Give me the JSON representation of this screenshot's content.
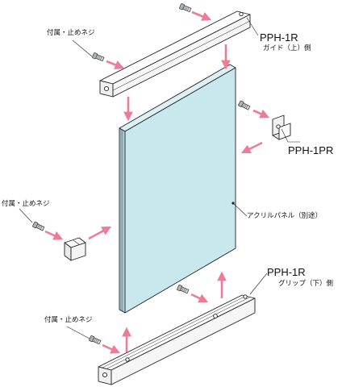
{
  "labels": {
    "top_rail_code": "PPH-1R",
    "top_rail_name": "ガイド（上）側",
    "bracket_code": "PPH-1PR",
    "panel_note": "アクリルパネル（別途）",
    "bottom_rail_code": "PPH-1R",
    "bottom_rail_name": "グリップ（下）側",
    "screw_label_top": "付属・止めネジ",
    "screw_label_mid": "付属・止めネジ",
    "screw_label_bottom": "付属・止めネジ"
  },
  "colors": {
    "arrow": "#ee7c98",
    "panel_face": "#c9e8ee",
    "panel_edge": "#b7dde6",
    "rail_face": "#f4f4f4",
    "line": "#222222"
  },
  "icons": [
    "screw-icon",
    "arrow-icon",
    "bracket-icon",
    "clip-icon"
  ]
}
